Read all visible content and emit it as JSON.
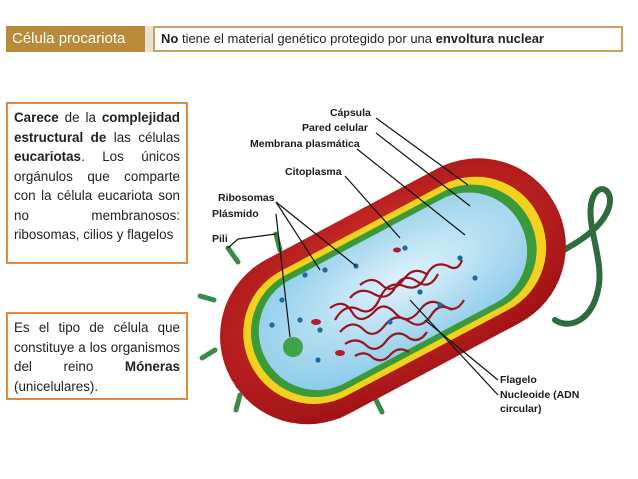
{
  "title": "Célula procariota",
  "header": {
    "part1": "No",
    "part2": " tiene el material genético protegido por una ",
    "part3": "envoltura nuclear"
  },
  "box1": {
    "t1": "Carece",
    "t2": " de la ",
    "t3": "complejidad estructural de",
    "t4": " las células ",
    "t5": "eucariotas",
    "t6": ". Los únicos orgánulos que comparte con la célula eucariota son no membranosos: ribosomas, cilios y flagelos"
  },
  "box2": {
    "t1": "Es el tipo de célula que constituye a los organismos del reino ",
    "t2": "Móneras",
    "t3": " (unicelulares)."
  },
  "labels": {
    "capsula": "Cápsula",
    "pared": "Pared celular",
    "membrana": "Membrana plasmática",
    "citoplasma": "Citoplasma",
    "ribosomas": "Ribosomas",
    "plasmido": "Plásmido",
    "pili": "Pili",
    "flagelo": "Flagelo",
    "nucleoide1": "Nucleoide (ADN",
    "nucleoide2": "circular)"
  },
  "colors": {
    "capsule": "#c0181c",
    "wall_yellow": "#f2d21e",
    "membrane_green": "#3a9a3a",
    "cytoplasm": "#a8d8f0",
    "dna": "#9a1420",
    "flagellum": "#2e6b3e",
    "badge": "#b88a3a",
    "box_border": "#e08a3a"
  }
}
